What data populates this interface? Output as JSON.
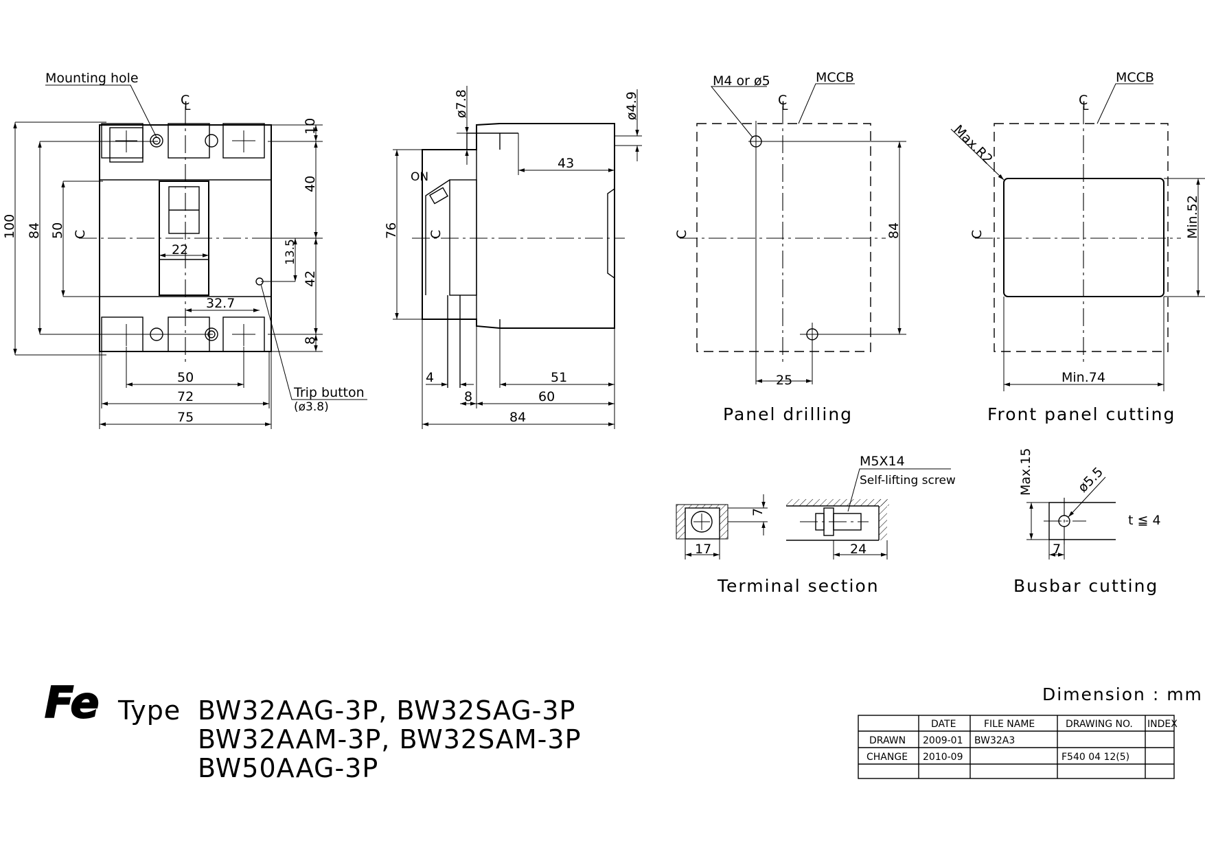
{
  "front_view": {
    "mounting_hole_label": "Mounting hole",
    "trip_button_label": "Trip button",
    "trip_button_dia": "(ø3.8)",
    "centerline_symbol": "C",
    "dims": {
      "d100": "100",
      "d84": "84",
      "d50v": "50",
      "d10": "10",
      "d40": "40",
      "d13_5": "13.5",
      "d42": "42",
      "d8": "8",
      "d22": "22",
      "d32_7": "32.7",
      "d50h": "50",
      "d72": "72",
      "d75": "75"
    }
  },
  "side_view": {
    "on_label": "ON",
    "centerline_symbol": "C",
    "dims": {
      "d7_8": "ø7.8",
      "d4_9": "ø4.9",
      "d43": "43",
      "d76": "76",
      "d4": "4",
      "d8": "8",
      "d51": "51",
      "d60": "60",
      "d84": "84"
    }
  },
  "panel_drilling": {
    "caption": "Panel drilling",
    "hole_label": "M4 or ø5",
    "mccb_label": "MCCB",
    "centerline_symbol": "C",
    "dims": {
      "d84": "84",
      "d25": "25"
    }
  },
  "front_panel_cutting": {
    "caption": "Front panel cutting",
    "mccb_label": "MCCB",
    "radius_label": "Max.R2",
    "centerline_symbol": "C",
    "dims": {
      "min52": "Min.52",
      "min74": "Min.74"
    }
  },
  "terminal_section": {
    "caption": "Terminal section",
    "screw_label": "M5X14",
    "screw_type": "Self-lifting screw",
    "dims": {
      "d7": "7",
      "d17": "17",
      "d24": "24"
    }
  },
  "busbar_cutting": {
    "caption": "Busbar cutting",
    "dims": {
      "max15": "Max.15",
      "d5_5": "ø5.5",
      "d7": "7",
      "thickness": "t ≦ 4"
    }
  },
  "title_block": {
    "logo": "Fe",
    "type_label": "Type",
    "model_lines": [
      "BW32AAG-3P, BW32SAG-3P",
      "BW32AAM-3P, BW32SAM-3P",
      "BW50AAG-3P"
    ],
    "dimension_unit": "Dimension : mm",
    "table": {
      "headers": [
        "",
        "DATE",
        "FILE NAME",
        "DRAWING NO.",
        "INDEX"
      ],
      "rows": [
        [
          "DRAWN",
          "2009-01",
          "BW32A3",
          "",
          ""
        ],
        [
          "CHANGE",
          "2010-09",
          "",
          "F540 04 12(5)",
          ""
        ],
        [
          "",
          "",
          "",
          "",
          ""
        ]
      ]
    }
  }
}
